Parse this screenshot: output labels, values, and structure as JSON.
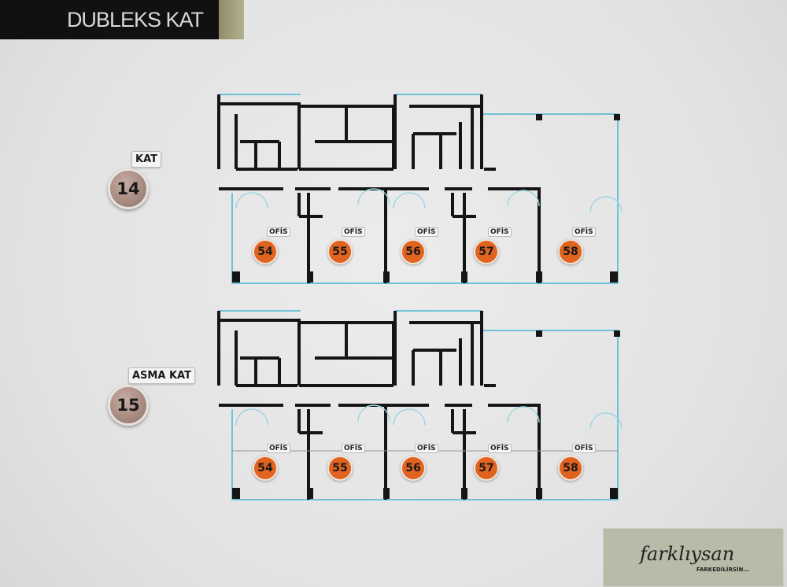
{
  "header": {
    "title": "DUBLEKS KAT"
  },
  "floors": [
    {
      "label": "KAT",
      "number": "14",
      "units": [
        {
          "label": "OFİS",
          "number": "54"
        },
        {
          "label": "OFİS",
          "number": "55"
        },
        {
          "label": "OFİS",
          "number": "56"
        },
        {
          "label": "OFİS",
          "number": "57"
        },
        {
          "label": "OFİS",
          "number": "58"
        }
      ]
    },
    {
      "label": "ASMA KAT",
      "number": "15",
      "units": [
        {
          "label": "OFİS",
          "number": "54"
        },
        {
          "label": "OFİS",
          "number": "55"
        },
        {
          "label": "OFİS",
          "number": "56"
        },
        {
          "label": "OFİS",
          "number": "57"
        },
        {
          "label": "OFİS",
          "number": "58"
        }
      ]
    }
  ],
  "brand": {
    "name": "farklıysan",
    "tagline": "FARKEDİLİRSİN..."
  },
  "colors": {
    "unit": "#e0631f",
    "glass": "#6fc3d6",
    "wall": "#151515"
  }
}
